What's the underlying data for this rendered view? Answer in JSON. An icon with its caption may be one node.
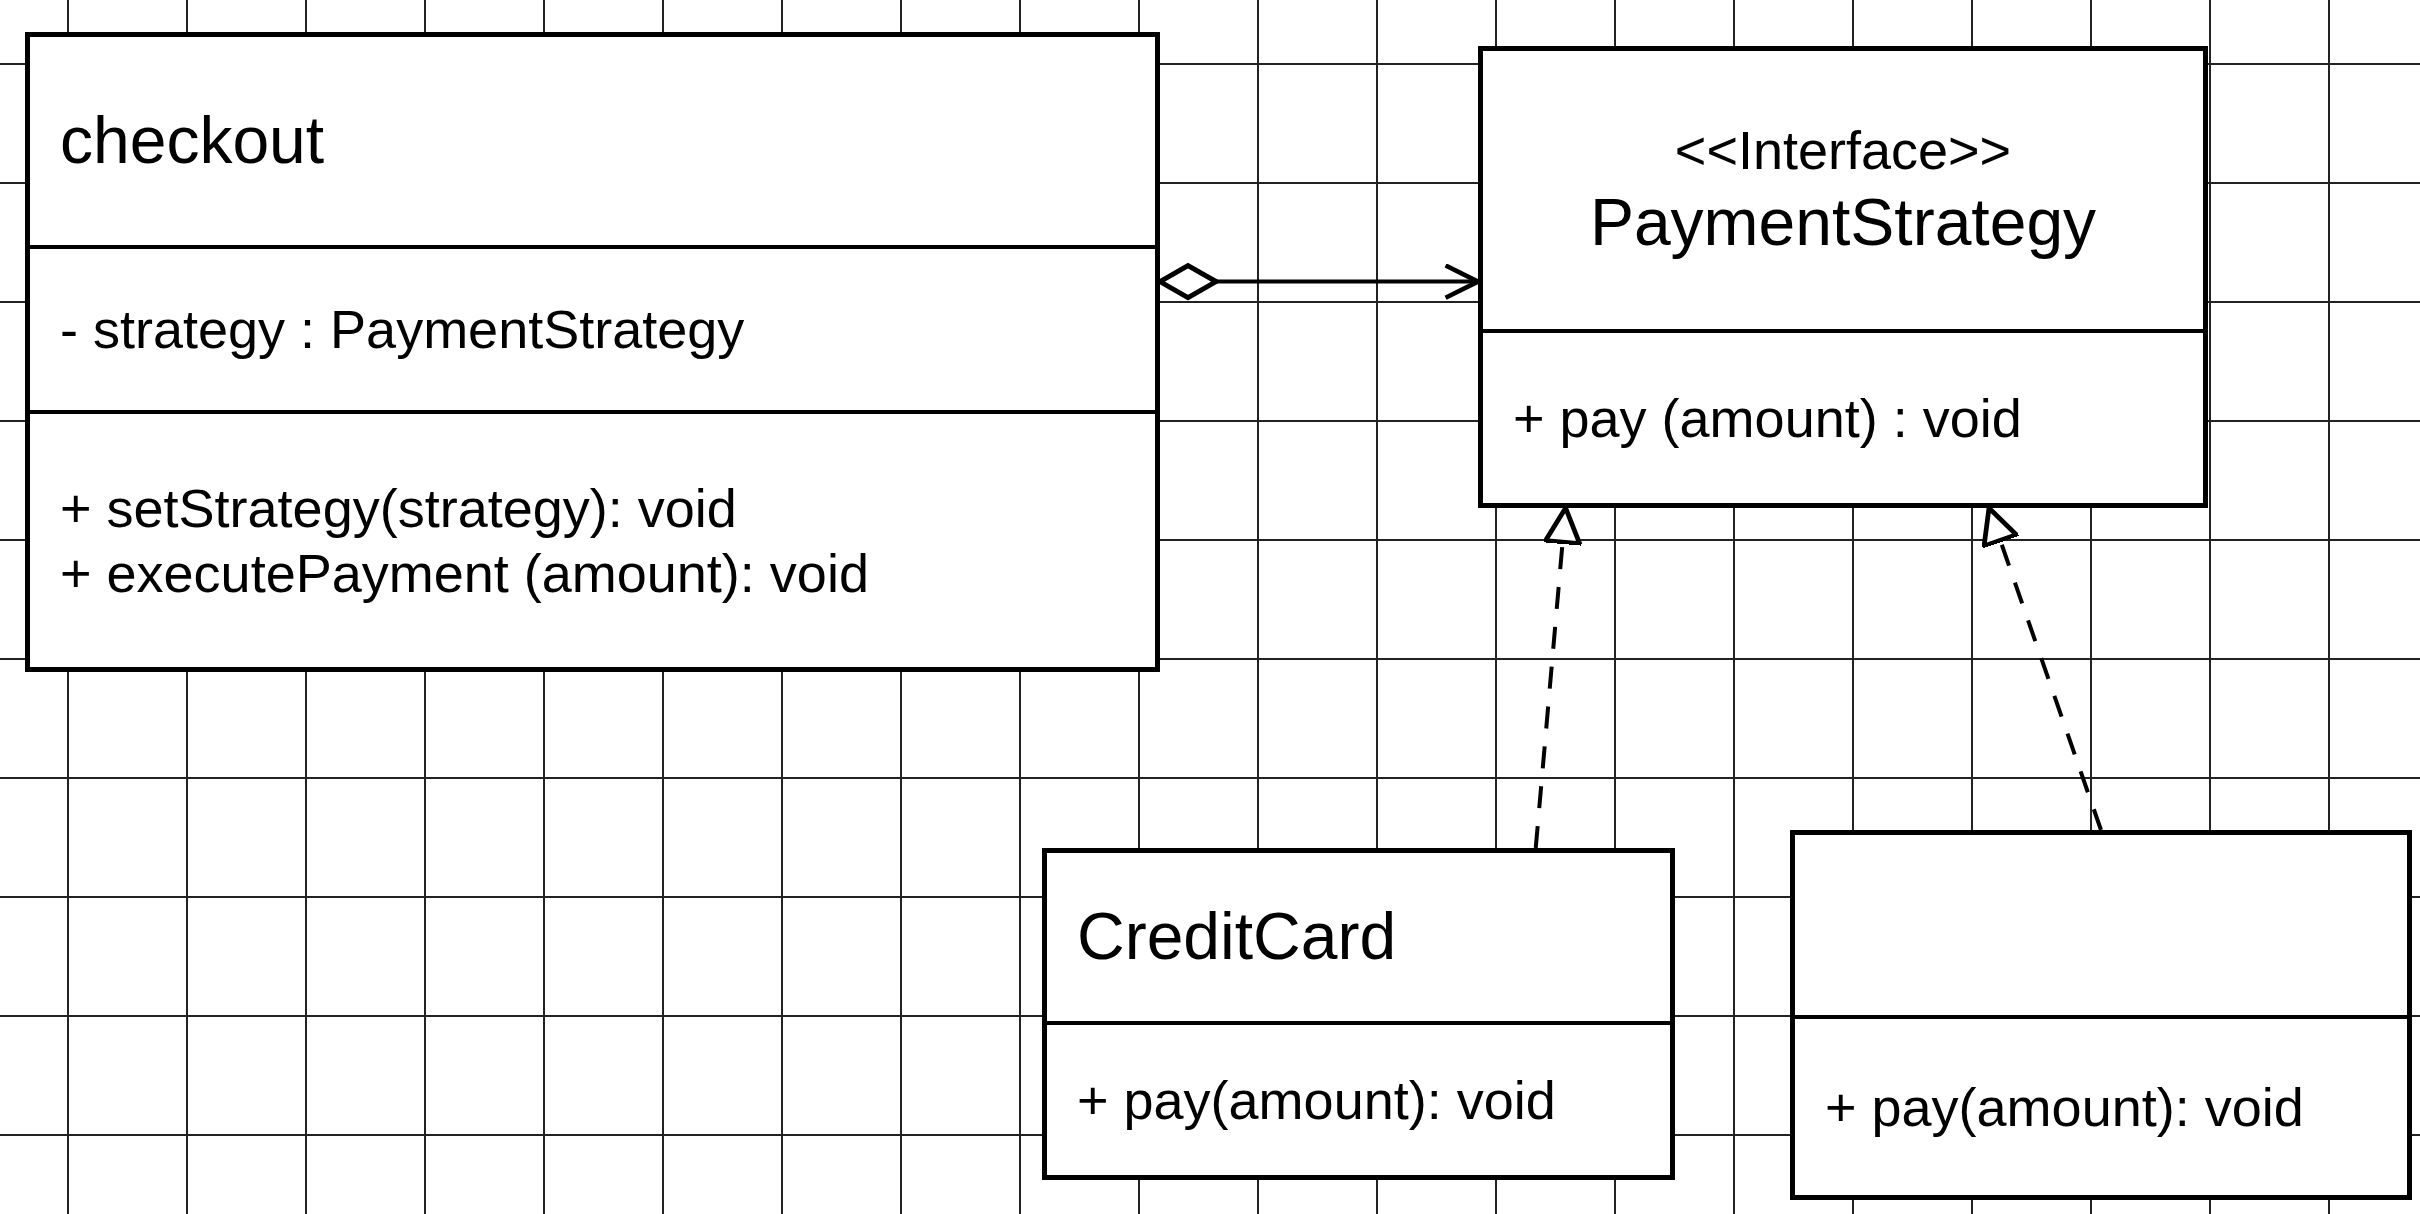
{
  "diagram": {
    "nodes": [
      {
        "text": [
          "checkout",
          "- strategy : PaymentStrategy",
          "+ setStrategy(strategy): void",
          "+ executePayment (amount): void"
        ]
      },
      {
        "text": [
          "<<Interface>>",
          "PaymentStrategy",
          "+ pay (amount) : void"
        ]
      },
      {
        "text": [
          "CreditCard",
          "+ pay(amount): void"
        ]
      },
      {
        "text": [
          "+ pay(amount): void"
        ]
      }
    ],
    "edges": [
      {
        "from": 0,
        "to": 1,
        "arrow": "to"
      },
      {
        "from": 2,
        "to": 1,
        "arrow": "to",
        "style": "dashed"
      },
      {
        "from": 3,
        "to": 1,
        "arrow": "to",
        "style": "dashed"
      }
    ]
  }
}
